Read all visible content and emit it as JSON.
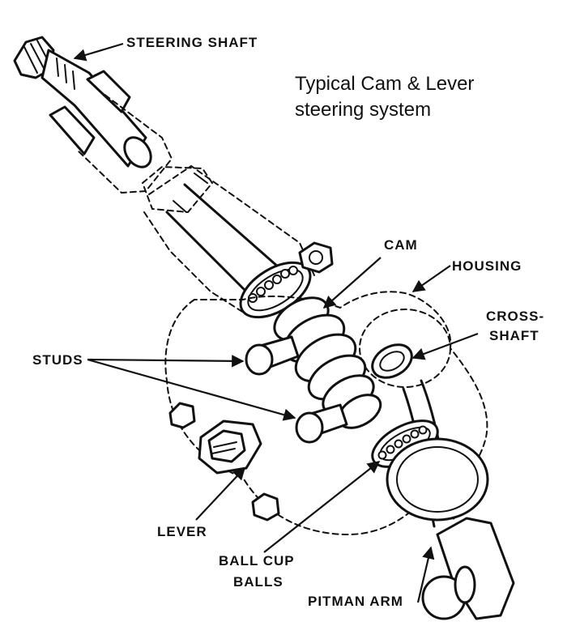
{
  "title": {
    "line1": "Typical Cam & Lever",
    "line2": "steering system"
  },
  "labels": {
    "steering_shaft": "STEERING SHAFT",
    "cam": "CAM",
    "housing": "HOUSING",
    "cross_shaft_1": "CROSS-",
    "cross_shaft_2": "SHAFT",
    "studs": "STUDS",
    "lever": "LEVER",
    "ball_cup_1": "BALL CUP",
    "ball_cup_2": "BALLS",
    "pitman_arm": "PITMAN ARM"
  },
  "colors": {
    "ink": "#111111",
    "background": "#ffffff"
  }
}
